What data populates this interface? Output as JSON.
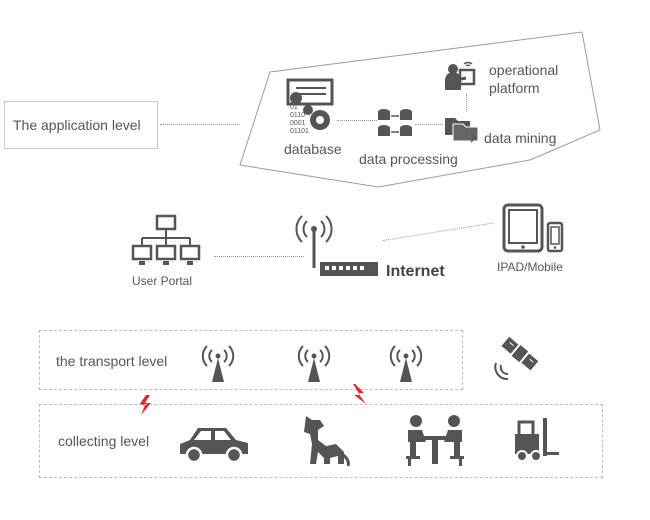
{
  "app_level": {
    "label": "The application level",
    "database_label": "database",
    "database_binary": [
      "01",
      "0110",
      "0001",
      "01101"
    ],
    "processing_label": "data processing",
    "mining_label": "data mining",
    "platform_label": "operational\nplatform"
  },
  "network": {
    "user_portal_label": "User Portal",
    "internet_label": "Internet",
    "ipad_label": "IPAD/Mobile"
  },
  "transport_level": {
    "label": "the transport level"
  },
  "collecting_level": {
    "label": "collecting level"
  },
  "icons": [
    "database-icon",
    "server-icon",
    "folder-icon",
    "operator-icon",
    "network-computers-icon",
    "router-icon",
    "tablet-icon",
    "phone-icon",
    "satellite-icon",
    "antenna-icon",
    "lightning-icon",
    "car-icon",
    "dog-icon",
    "people-at-table-icon",
    "forklift-icon"
  ],
  "colors": {
    "icon": "#555555",
    "line": "#9a9a9a",
    "accent": "#e8262a"
  }
}
